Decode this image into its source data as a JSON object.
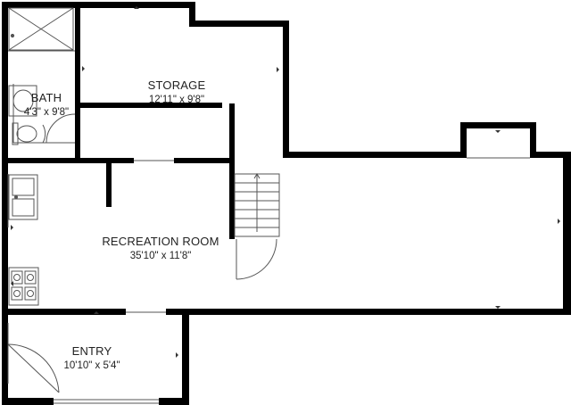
{
  "colors": {
    "wall": "#000000",
    "fixture": "#555555",
    "background": "#ffffff"
  },
  "rooms": [
    {
      "id": "storage",
      "name": "STORAGE",
      "dimensions": "12'11\" x 9'8\""
    },
    {
      "id": "bath",
      "name": "BATH",
      "dimensions": "4'3\" x 9'8\""
    },
    {
      "id": "recreation-room",
      "name": "RECREATION ROOM",
      "dimensions": "35'10\" x 11'8\""
    },
    {
      "id": "entry",
      "name": "ENTRY",
      "dimensions": "10'10\" x 5'4\""
    }
  ],
  "icons": [
    "shower-icon",
    "sink-icon",
    "toilet-icon",
    "stove-icon",
    "kitchen-sink-icon",
    "stairs-icon",
    "door-swing-icon"
  ]
}
